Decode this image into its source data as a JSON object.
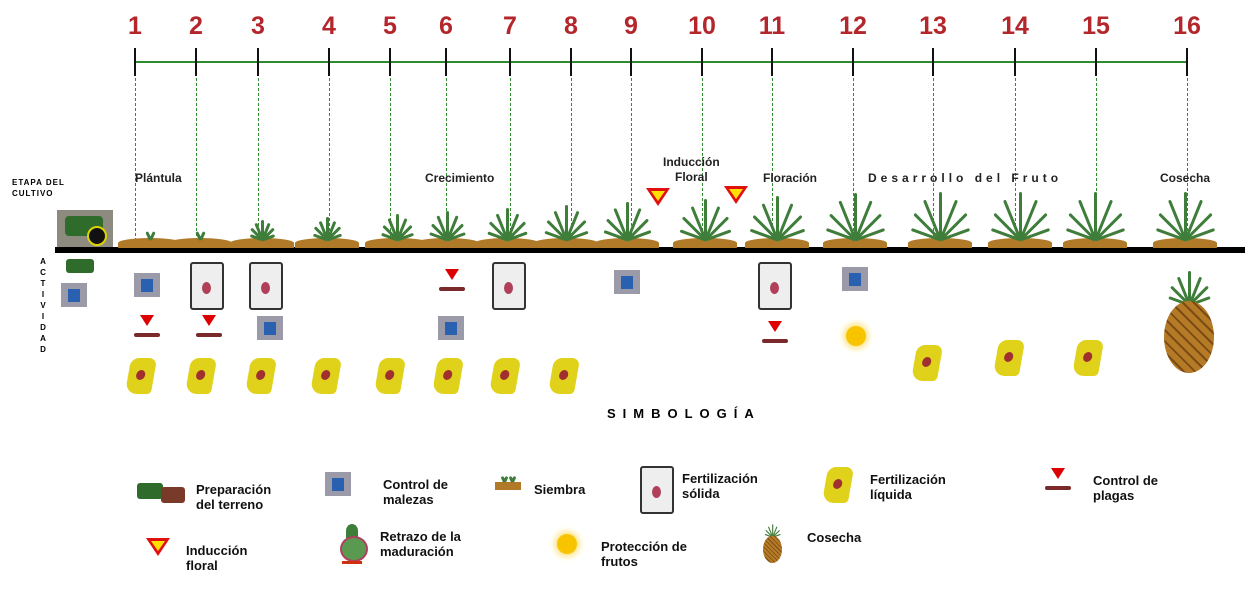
{
  "months": [
    "1",
    "2",
    "3",
    "4",
    "5",
    "6",
    "7",
    "8",
    "9",
    "10",
    "11",
    "12",
    "13",
    "14",
    "15",
    "16"
  ],
  "labels": {
    "etapa_l1": "ETAPA DEL",
    "etapa_l2": "CULTIVO",
    "actividad": [
      "A",
      "C",
      "T",
      "I",
      "V",
      "I",
      "D",
      "A",
      "D"
    ]
  },
  "stages": {
    "plantula": "Plántula",
    "crecimiento": "Crecimiento",
    "induccion_l1": "Inducción",
    "induccion_l2": "Floral",
    "floracion": "Floración",
    "desarrollo": "Desarrollo del Fruto",
    "cosecha": "Cosecha"
  },
  "simbologia": "SIMBOLOGÍA",
  "legend": [
    {
      "icon": "tractor-icon",
      "l1": "Preparación",
      "l2": "del terreno"
    },
    {
      "icon": "weed-control-icon",
      "l1": "Control de",
      "l2": "malezas"
    },
    {
      "icon": "sowing-icon",
      "l1": "Siembra",
      "l2": ""
    },
    {
      "icon": "solid-fertilizer-icon",
      "l1": "Fertilización",
      "l2": "sólida"
    },
    {
      "icon": "liquid-fertilizer-icon",
      "l1": "Fertilización",
      "l2": "líquida"
    },
    {
      "icon": "pest-control-icon",
      "l1": "Control de",
      "l2": "plagas"
    },
    {
      "icon": "floral-induction-icon",
      "l1": "Inducción",
      "l2": "floral"
    },
    {
      "icon": "ripening-delay-icon",
      "l1": "Retrazo de la",
      "l2": "maduración"
    },
    {
      "icon": "fruit-protection-icon",
      "l1": "Protección de",
      "l2": "frutos"
    },
    {
      "icon": "harvest-icon",
      "l1": "Cosecha",
      "l2": ""
    }
  ],
  "colors": {
    "number": "#b3262b",
    "axis": "#2e8b2e",
    "soil": "#b07a28",
    "plant": "#3f7d3a",
    "liquid": "#e0d21a",
    "triangle": "#ffe000"
  }
}
